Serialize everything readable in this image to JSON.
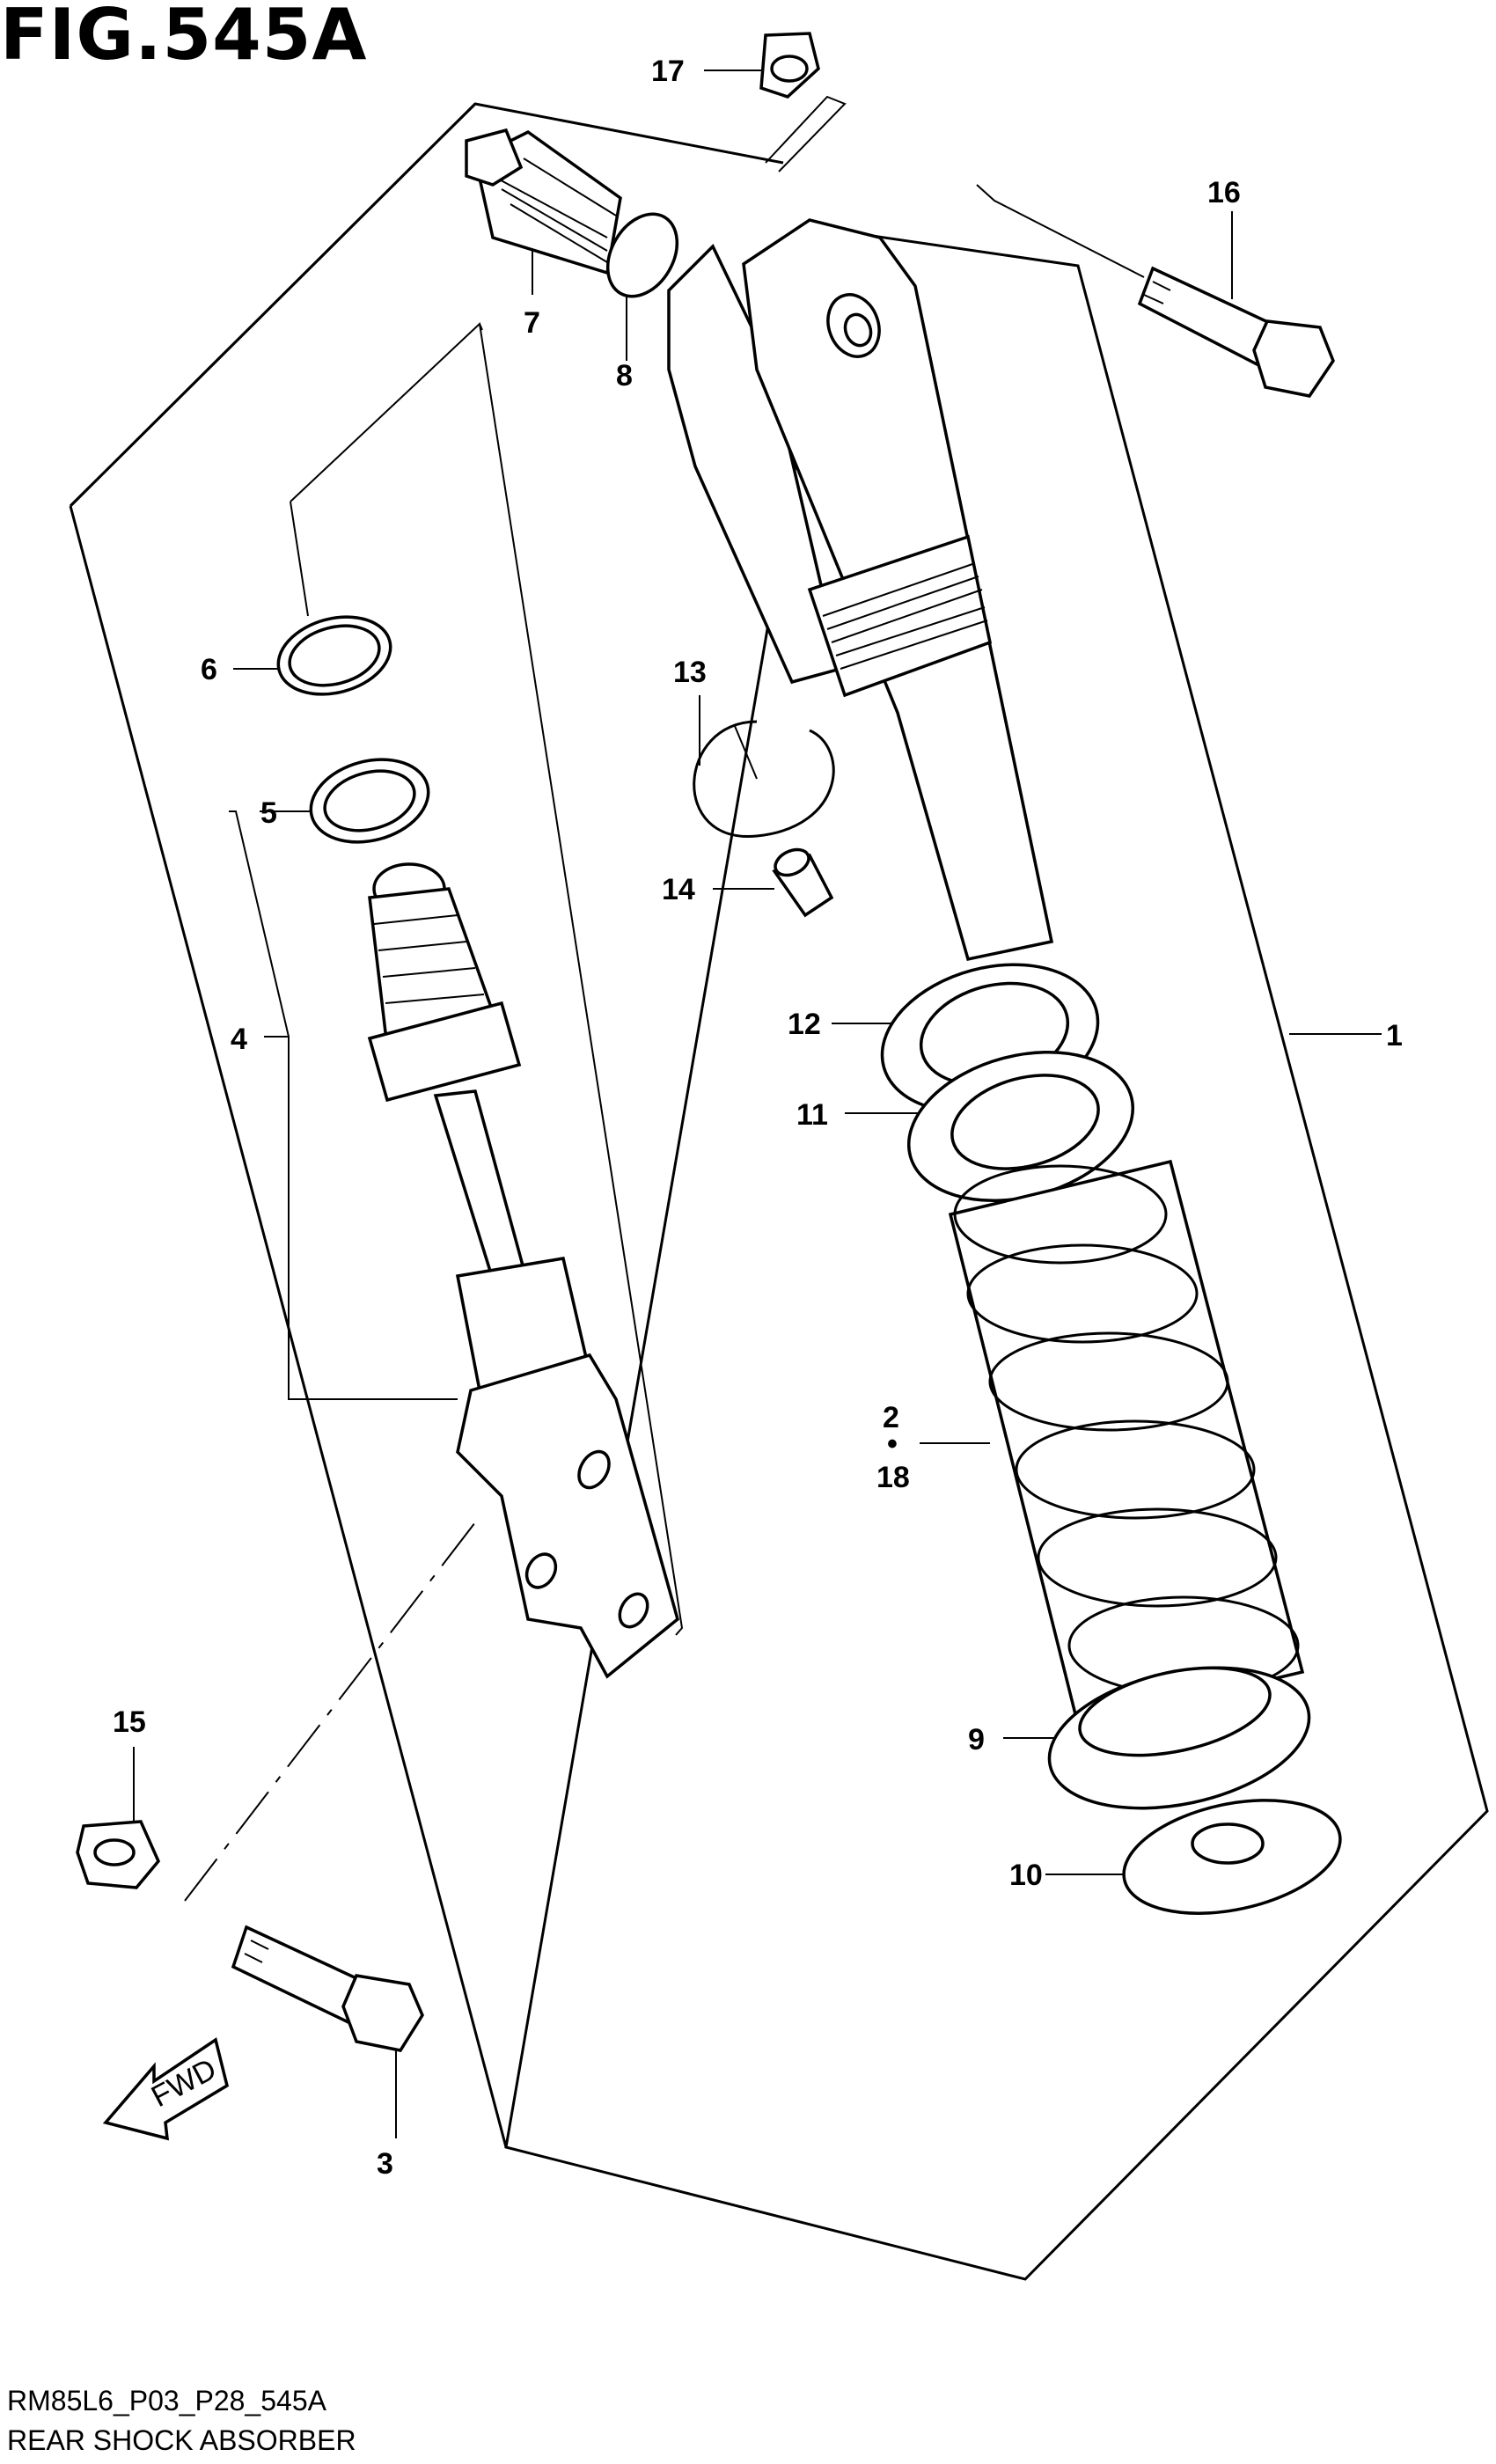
{
  "figure": {
    "title": "FIG.545A",
    "code": "RM85L6_P03_P28_545A",
    "caption": "REAR SHOCK ABSORBER",
    "fwd_label": "FWD"
  },
  "callouts": [
    {
      "id": "c1",
      "text": "1"
    },
    {
      "id": "c2",
      "text": "2"
    },
    {
      "id": "c2dot",
      "text": "•"
    },
    {
      "id": "c18",
      "text": "18"
    },
    {
      "id": "c3",
      "text": "3"
    },
    {
      "id": "c4",
      "text": "4"
    },
    {
      "id": "c5",
      "text": "5"
    },
    {
      "id": "c6",
      "text": "6"
    },
    {
      "id": "c7",
      "text": "7"
    },
    {
      "id": "c8",
      "text": "8"
    },
    {
      "id": "c9",
      "text": "9"
    },
    {
      "id": "c10",
      "text": "10"
    },
    {
      "id": "c11",
      "text": "11"
    },
    {
      "id": "c12",
      "text": "12"
    },
    {
      "id": "c13",
      "text": "13"
    },
    {
      "id": "c14",
      "text": "14"
    },
    {
      "id": "c15",
      "text": "15"
    },
    {
      "id": "c16",
      "text": "16"
    },
    {
      "id": "c17",
      "text": "17"
    }
  ]
}
